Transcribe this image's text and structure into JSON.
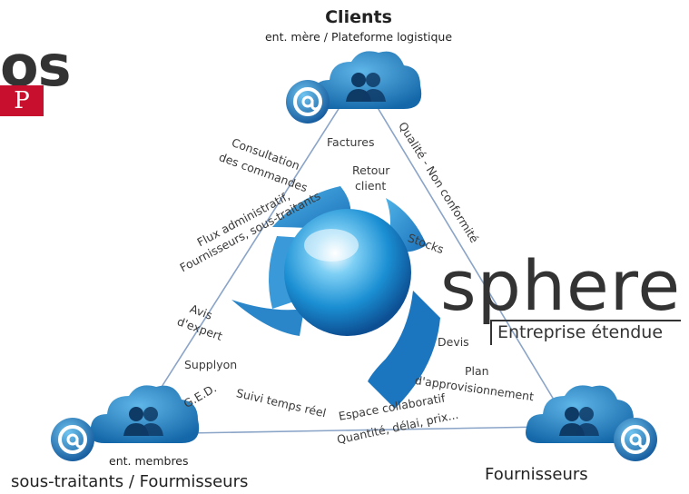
{
  "brand": {
    "logo_partial": "os",
    "logo_red_partial": "P"
  },
  "product": {
    "name": "sphere",
    "tagline": "Entreprise étendue"
  },
  "nodes": {
    "clients": {
      "title": "Clients",
      "subtitle": "ent. mère / Plateforme logistique"
    },
    "members": {
      "subtitle": "ent. membres",
      "title": "sous-traitants / Fourmisseurs"
    },
    "suppliers": {
      "title": "Fournisseurs"
    }
  },
  "edges": {
    "clients_members": [
      "Consultation",
      "des commandes",
      "Flux administratif,",
      "Fournisseurs, sous-traitants",
      "Avis",
      "d'expert",
      "Supplyon",
      "G.E.D."
    ],
    "clients_center": [
      "Factures",
      "Retour",
      "client",
      "Stocks"
    ],
    "clients_suppliers": [
      "Qualité - Non conformité"
    ],
    "suppliers_center": [
      "Devis",
      "Plan",
      "d'approvisionnement"
    ],
    "members_center": [
      "Suivi temps réel"
    ],
    "members_suppliers": [
      "Espace collaboratif",
      "Quantité, délai, prix..."
    ]
  },
  "icons": {
    "cloud": "cloud-users-icon",
    "at": "at-sign-icon",
    "sphere": "sphere-logo-icon"
  },
  "colors": {
    "cloud_blue": "#2d7fc0",
    "line": "#8aa4c8",
    "brand_red": "#c8102e"
  }
}
